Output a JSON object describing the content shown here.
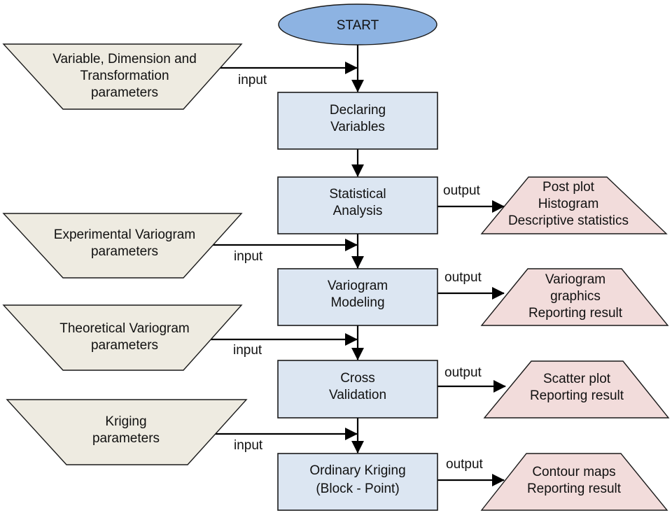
{
  "title": "Ordinary kriging workflow flowchart",
  "colors": {
    "start": "#8db3e2",
    "process": "#dce6f2",
    "input": "#eeebe1",
    "output": "#f2dcdb",
    "line": "#000000"
  },
  "start": {
    "label": "START"
  },
  "processes": [
    {
      "id": "declaring",
      "lines": [
        "Declaring",
        "Variables"
      ]
    },
    {
      "id": "statistical",
      "lines": [
        "Statistical",
        "Analysis"
      ]
    },
    {
      "id": "variogram-modeling",
      "lines": [
        "Variogram",
        "Modeling"
      ]
    },
    {
      "id": "cross-validation",
      "lines": [
        "Cross",
        "Validation"
      ]
    },
    {
      "id": "ordinary-kriging",
      "lines": [
        "Ordinary Kriging",
        "(Block - Point)"
      ]
    }
  ],
  "inputs": [
    {
      "id": "variable-dimension",
      "lines": [
        "Variable, Dimension and",
        "Transformation",
        "parameters"
      ],
      "edge_label": "input"
    },
    {
      "id": "experimental-variogram",
      "lines": [
        "Experimental Variogram",
        "parameters"
      ],
      "edge_label": "input"
    },
    {
      "id": "theoretical-variogram",
      "lines": [
        "Theoretical Variogram",
        "parameters"
      ],
      "edge_label": "input"
    },
    {
      "id": "kriging-parameters",
      "lines": [
        "Kriging",
        "parameters"
      ],
      "edge_label": "input"
    }
  ],
  "outputs": [
    {
      "id": "statistics-output",
      "lines": [
        "Post plot",
        "Histogram",
        "Descriptive statistics"
      ],
      "edge_label": "output"
    },
    {
      "id": "variogram-output",
      "lines": [
        "Variogram",
        "graphics",
        "Reporting result"
      ],
      "edge_label": "output"
    },
    {
      "id": "validation-output",
      "lines": [
        "Scatter plot",
        "Reporting result"
      ],
      "edge_label": "output"
    },
    {
      "id": "kriging-output",
      "lines": [
        "Contour maps",
        "Reporting result"
      ],
      "edge_label": "output"
    }
  ]
}
